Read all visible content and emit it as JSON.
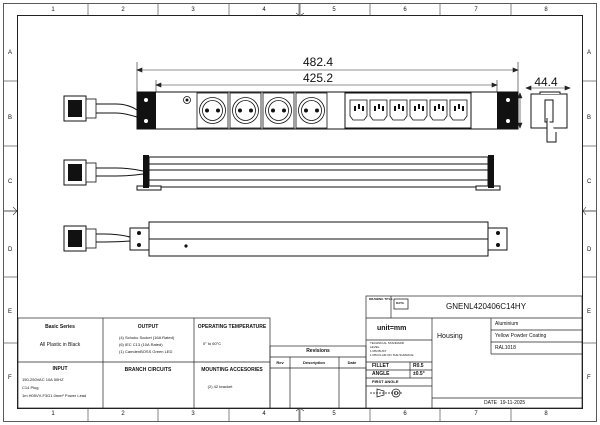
{
  "grid": {
    "columns": [
      "1",
      "2",
      "3",
      "4",
      "5",
      "6",
      "7",
      "8"
    ],
    "rows": [
      "A",
      "B",
      "C",
      "D",
      "E",
      "F"
    ]
  },
  "dimensions": {
    "overall_length": "482.4",
    "body_length": "425.2",
    "width": "44.4",
    "height": "44"
  },
  "info_table": {
    "series_label": "Basic Series",
    "series_value": "All Plastic in Black",
    "output_label": "OUTPUT",
    "output_lines": [
      "(4) Schuko Socket  (16A Rated)",
      "(6) IEC C13 (10A Rated)",
      "(1) CamdenBOSS Green LED"
    ],
    "operating_temp_label": "OPERATING TEMPERATURE",
    "operating_temp_value": "0° to 60°C",
    "input_label": "INPUT",
    "input_lines": [
      "150-250VAC 10A 50HZ",
      "C14 Plug",
      "1m  H05VV-F3G1.0mm²  Power Lead"
    ],
    "branch_label": "BRANCH CIRCUITS",
    "mounting_label": "MOUNTING ACCESORIES",
    "mounting_value": "(2) 42 bracket"
  },
  "revisions": {
    "title": "Revisions",
    "headers": [
      "Rev",
      "Description",
      "Date"
    ]
  },
  "title_block": {
    "drawing_title_label": "DRAWING TITLE",
    "logo_text": "DATA",
    "part_number": "GNENL420406C14HY",
    "unit": "unit=mm",
    "tech_standard_lines": [
      "TECHNICAL STANDARD",
      "LEVEL",
      "1 MM BUST",
      "1 MM FLAM ON THE SURFACE"
    ],
    "fillet_label": "FILLET",
    "fillet_value": "R0.5",
    "angle_label": "ANGLE",
    "angle_value": "±0.5°",
    "first_angle_label": "FIRST ANGLE",
    "part_name": "Housing",
    "material": "Aluminium",
    "finish": "Yellow Powder Coating",
    "color_code": "RAL1018",
    "date_label": "DATE",
    "date_value": "19-11-2025"
  }
}
